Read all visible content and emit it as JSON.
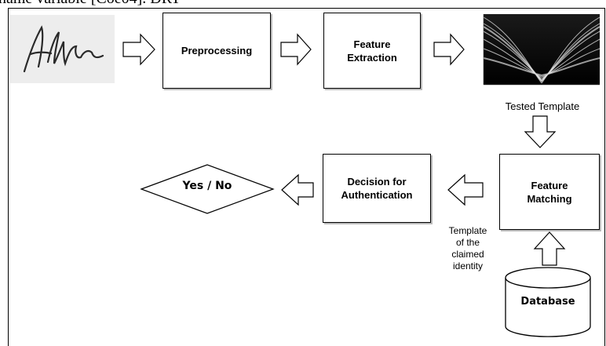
{
  "header_fragment": "name   variable   [Coe04].   DRT",
  "blocks": {
    "preprocessing": "Preprocessing",
    "feature_extraction": [
      "Feature",
      "Extraction"
    ],
    "feature_matching": [
      "Feature",
      "Matching"
    ],
    "decision": [
      "Decision for",
      "Authentication"
    ],
    "yes_no": "Yes / No",
    "database": "Database"
  },
  "labels": {
    "tested_template": "Tested Template",
    "claimed_template": [
      "Template",
      "of the",
      "claimed",
      "identity"
    ]
  },
  "images": {
    "signature": "signature-image",
    "template_plot": "radon-transform-plot"
  }
}
